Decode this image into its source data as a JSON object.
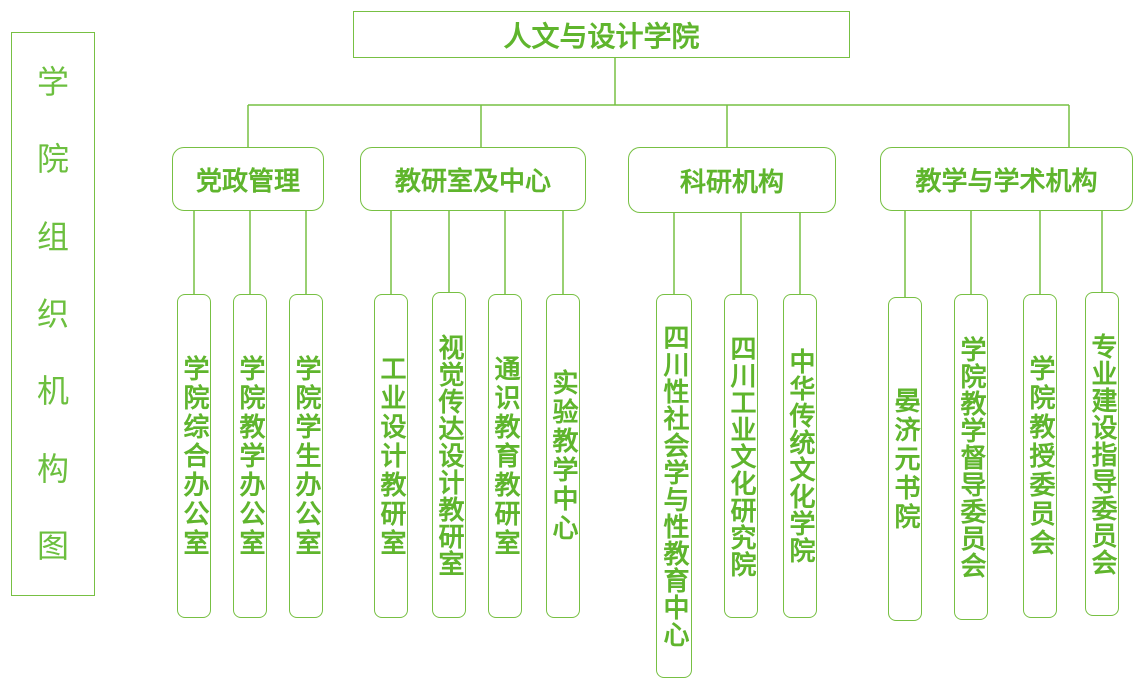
{
  "side_title_chars": [
    "学",
    "院",
    "组",
    "织",
    "机",
    "构",
    "图"
  ],
  "root": "人文与设计学院",
  "categories": [
    {
      "label": "党政管理",
      "children": [
        "学院综合办公室",
        "学院教学办公室",
        "学院学生办公室"
      ]
    },
    {
      "label": "教研室及中心",
      "children": [
        "工业设计教研室",
        "视觉传达设计教研室",
        "通识教育教研室",
        "实验教学中心"
      ]
    },
    {
      "label": "科研机构",
      "children": [
        "四川性社会学与性教育中心",
        "四川工业文化研究院",
        "中华传统文化学院"
      ]
    },
    {
      "label": "教学与学术机构",
      "children": [
        "晏济元书院",
        "学院教学督导委员会",
        "学院教授委员会",
        "专业建设指导委员会"
      ]
    }
  ],
  "colors": {
    "line": "#77c043",
    "text": "#5fb52d",
    "side_text": "#6cbf3f"
  }
}
